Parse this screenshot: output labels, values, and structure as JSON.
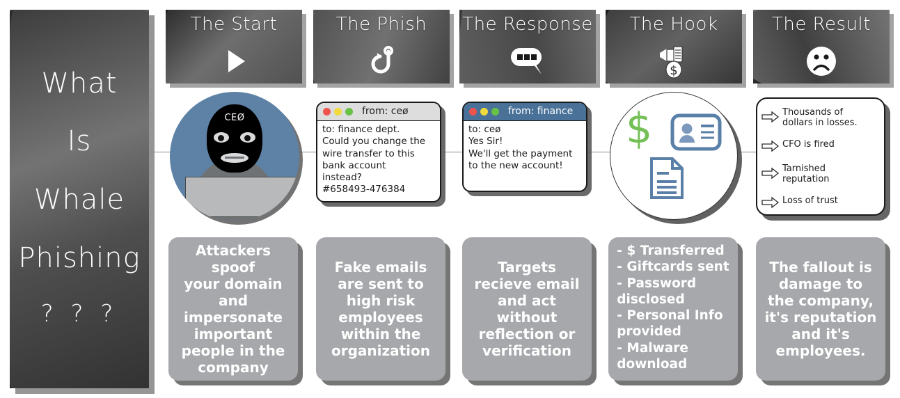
{
  "title_panel": {
    "lines": [
      "What",
      "Is",
      "Whale",
      "Phishing"
    ],
    "question_marks": "? ? ?"
  },
  "accent_colors": {
    "attacker_circle_blue": "#5D82A6",
    "email_header_blue": "#4A7299",
    "dollar_green": "#74BF56",
    "icon_blue": "#5B80A8",
    "description_box_gray": "#A6A8AB",
    "dot_red": "#F0524C",
    "dot_yellow": "#F0DA3E",
    "dot_green": "#68C246"
  },
  "columns": [
    {
      "header": {
        "title": "The Start",
        "icon": "play-triangle-icon"
      },
      "graphic": {
        "kind": "attacker-avatar",
        "mask_label": "CEØ"
      },
      "description": "Attackers spoof\nyour domain\nand\nimpersonate\nimportant\npeople in the\ncompany",
      "description_style": "centered"
    },
    {
      "header": {
        "title": "The Phish",
        "icon": "fish-hook-icon"
      },
      "graphic": {
        "kind": "email-card",
        "style": "gray",
        "from": "from: ceø",
        "body": "to: finance dept.\nCould you change the\nwire transfer to this\nbank account\ninstead?\n#658493-476384"
      },
      "description": "Fake emails\nare sent to\nhigh risk\nemployees\nwithin the\norganization",
      "description_style": "centered"
    },
    {
      "header": {
        "title": "The Response",
        "icon": "speech-bubble-icon"
      },
      "graphic": {
        "kind": "email-card",
        "style": "blue",
        "from": "from: finance",
        "body": "to: ceø\nYes Sir!\nWe'll get the payment\nto the new account!"
      },
      "description": "Targets\nrecieve email\nand act\nwithout\nreflection or\nverification",
      "description_style": "centered"
    },
    {
      "header": {
        "title": "The Hook",
        "icon": "hand-holding-cash-icon"
      },
      "graphic": {
        "kind": "hook-circle",
        "icons": [
          "dollar-sign-icon",
          "id-card-icon",
          "document-icon"
        ],
        "dollar_glyph": "$"
      },
      "description": "- $ Transferred\n- Giftcards sent\n- Password\n   disclosed\n- Personal Info\n   provided\n- Malware\n   download",
      "description_style": "list"
    },
    {
      "header": {
        "title": "The Result",
        "icon": "sad-face-icon"
      },
      "graphic": {
        "kind": "result-list",
        "items": [
          "Thousands of\ndollars in losses.",
          "CFO is fired",
          "Tarnished\nreputation",
          "Loss of trust"
        ]
      },
      "description": "The fallout is\ndamage to\nthe company,\nit's reputation\nand it's\nemployees.",
      "description_style": "centered"
    }
  ]
}
